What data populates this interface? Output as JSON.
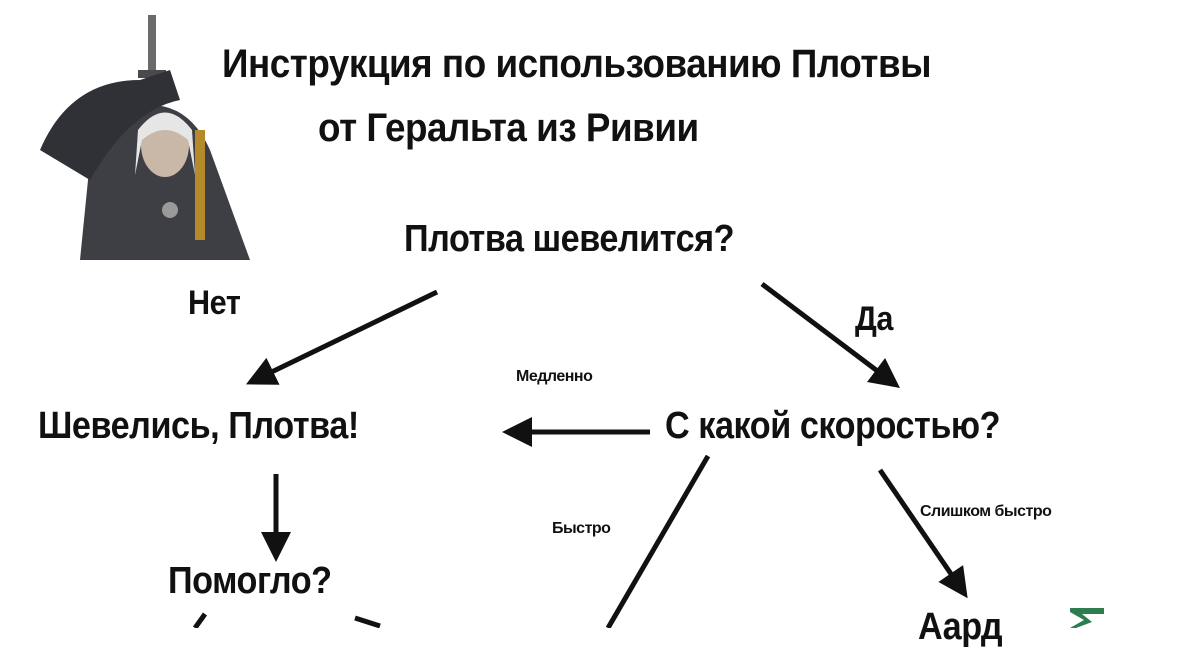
{
  "title": {
    "line1": "Инструкция по использованию Плотвы",
    "line2": "от Геральта из Ривии"
  },
  "nodes": {
    "start": "Плотва шевелится?",
    "move": "Шевелись, Плотва!",
    "speed": "С какой скоростью?",
    "helped": "Помогло?",
    "aard": "Аард"
  },
  "edges": {
    "no": "Нет",
    "yes": "Да",
    "slow": "Медленно",
    "fast": "Быстро",
    "too_fast": "Слишком быстро"
  },
  "colors": {
    "text": "#111111",
    "logo": "#2e7d4f"
  }
}
